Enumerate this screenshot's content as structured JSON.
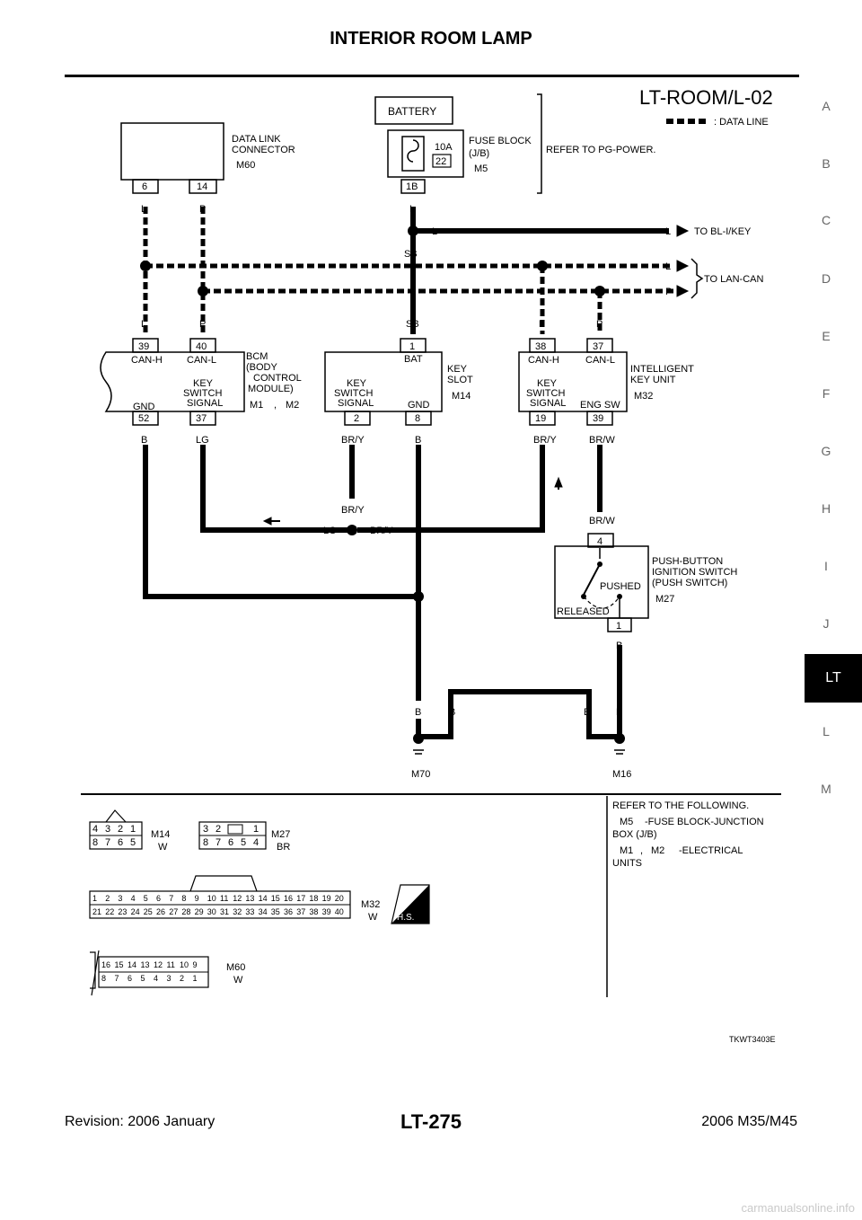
{
  "header": {
    "title": "INTERIOR ROOM LAMP"
  },
  "side_tabs": [
    "A",
    "B",
    "C",
    "D",
    "E",
    "F",
    "G",
    "H",
    "I",
    "J",
    "LT",
    "L",
    "M"
  ],
  "active_tab": "LT",
  "diagram": {
    "code": "LT-ROOM/L-02",
    "legend": ": DATA LINE",
    "battery": "BATTERY",
    "fuse_amp": "10A",
    "fuse_no": "22",
    "fuse_block": "FUSE BLOCK",
    "fuse_block_2": "(J/B)",
    "fuse_conn": "M5",
    "fuse_pin": "1B",
    "refer_pg": "REFER TO PG-POWER.",
    "dlc": "DATA LINK",
    "dlc_2": "CONNECTOR",
    "dlc_conn": "M60",
    "dlc_pin_6": "6",
    "dlc_pin_14": "14",
    "w_L": "L",
    "w_P": "P",
    "w_SB": "SB",
    "w_B": "B",
    "w_LG": "LG",
    "w_BRY": "BR/Y",
    "w_BRW": "BR/W",
    "to_bl": "TO BL-I/KEY",
    "to_lan": "TO LAN-CAN",
    "bcm_pin_39": "39",
    "bcm_pin_40": "40",
    "bcm_pin_52": "52",
    "bcm_pin_37": "37",
    "can_h": "CAN-H",
    "can_l": "CAN-L",
    "key": "KEY",
    "switch": "SWITCH",
    "signal": "SIGNAL",
    "gnd": "GND",
    "bcm_1": "BCM",
    "bcm_2": "(BODY",
    "bcm_3": "CONTROL",
    "bcm_4": "MODULE)",
    "bcm_conn_1": "M1",
    "bcm_conn_2": "M2",
    "comma": ",",
    "ks_pin_1": "1",
    "ks_pin_2": "2",
    "ks_pin_8": "8",
    "bat": "BAT",
    "key_slot_1": "KEY",
    "key_slot_2": "SLOT",
    "ks_conn": "M14",
    "iku_pin_38": "38",
    "iku_pin_37": "37",
    "iku_pin_19": "19",
    "iku_pin_39": "39",
    "eng_sw": "ENG SW",
    "iku_1": "INTELLIGENT",
    "iku_2": "KEY UNIT",
    "iku_conn": "M32",
    "psw_pin_4": "4",
    "psw_pin_1": "1",
    "pushed": "PUSHED",
    "released": "RELEASED",
    "psw_1": "PUSH-BUTTON",
    "psw_2": "IGNITION SWITCH",
    "psw_3": "(PUSH SWITCH)",
    "psw_conn": "M27",
    "gnd_m70": "M70",
    "gnd_m16": "M16",
    "refer_follow": "REFER TO THE FOLLOWING.",
    "ref_m5": "M5",
    "ref_m5_desc": "-FUSE BLOCK-JUNCTION",
    "ref_m5_desc2": "BOX (J/B)",
    "ref_m1": "M1",
    "ref_m2": "M2",
    "ref_m1_desc": "-ELECTRICAL",
    "ref_m1_desc2": "UNITS",
    "c_m14": "M14",
    "c_m14_color": "W",
    "c_m27": "M27",
    "c_m27_color": "BR",
    "c_m32": "M32",
    "c_m32_color": "W",
    "c_m60": "M60",
    "c_m60_color": "W",
    "hs": "H.S.",
    "fig_id": "TKWT3403E"
  },
  "connectors": {
    "m14_top": [
      "4",
      "3",
      "2",
      "1"
    ],
    "m14_bot": [
      "8",
      "7",
      "6",
      "5"
    ],
    "m27_top": [
      "3",
      "2",
      "",
      "1"
    ],
    "m27_bot": [
      "8",
      "7",
      "6",
      "5",
      "4"
    ],
    "m32_top": [
      "1",
      "2",
      "3",
      "4",
      "5",
      "6",
      "7",
      "8",
      "9",
      "10",
      "11",
      "12",
      "13",
      "14",
      "15",
      "16",
      "17",
      "18",
      "19",
      "20"
    ],
    "m32_bot": [
      "21",
      "22",
      "23",
      "24",
      "25",
      "26",
      "27",
      "28",
      "29",
      "30",
      "31",
      "32",
      "33",
      "34",
      "35",
      "36",
      "37",
      "38",
      "39",
      "40"
    ],
    "m60_top": [
      "16",
      "15",
      "14",
      "13",
      "12",
      "11",
      "10",
      "9"
    ],
    "m60_bot": [
      "8",
      "7",
      "6",
      "5",
      "4",
      "3",
      "2",
      "1"
    ]
  },
  "footer": {
    "revision": "Revision: 2006 January",
    "page": "LT-275",
    "model": "2006 M35/M45"
  },
  "watermark": "carmanualsonline.info"
}
